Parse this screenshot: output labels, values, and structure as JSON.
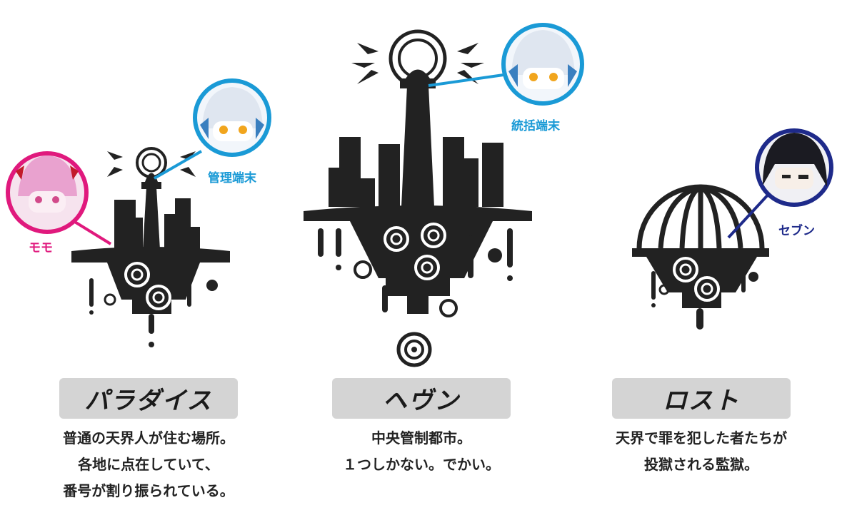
{
  "colors": {
    "pink": "#e0197d",
    "blue": "#1a9ad6",
    "navy": "#1e2a8a",
    "ink": "#222222",
    "label_bg": "#d4d4d4"
  },
  "cities": [
    {
      "name": "パラダイス",
      "description": [
        "普通の天界人が住む場所。",
        "各地に点在していて、",
        "番号が割り振られている。"
      ],
      "characters": [
        {
          "label": "モモ"
        },
        {
          "label": "管理端末"
        }
      ]
    },
    {
      "name": "ヘヴン",
      "description": [
        "中央管制都市。",
        "１つしかない。でかい。"
      ],
      "characters": [
        {
          "label": "統括端末"
        }
      ]
    },
    {
      "name": "ロスト",
      "description": [
        "天界で罪を犯した者たちが",
        "投獄される監獄。"
      ],
      "characters": [
        {
          "label": "セブン"
        }
      ]
    }
  ]
}
